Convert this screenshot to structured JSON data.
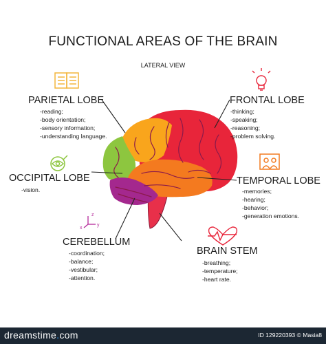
{
  "title": "FUNCTIONAL AREAS OF THE BRAIN",
  "subtitle": "LATERAL VIEW",
  "icons": {
    "parietal": "book-icon",
    "frontal": "lightbulb-icon",
    "occipital": "eye-icon",
    "temporal": "people-icon",
    "cerebellum": "xyz-axes-icon",
    "brain_stem": "heartbeat-icon"
  },
  "axes_labels": {
    "x": "x",
    "y": "y",
    "z": "z"
  },
  "colors": {
    "frontal": "#e8253a",
    "parietal": "#f9a51c",
    "occipital": "#8dc63f",
    "temporal": "#f47a1f",
    "cerebellum": "#a4288e",
    "brain_stem": "#e8304a",
    "icon_yellow": "#f4b63b",
    "icon_red": "#e8253a",
    "icon_green": "#8dc63f",
    "icon_orange": "#f27a1f",
    "icon_purple": "#b5299a",
    "footer": "#1c2733"
  },
  "lobes": {
    "parietal": {
      "name": "PARIETAL LOBE",
      "items": [
        "-reading;",
        "-body orientation;",
        "-sensory information;",
        "-understanding language."
      ]
    },
    "frontal": {
      "name": "FRONTAL LOBE",
      "items": [
        "-thinking;",
        "-speaking;",
        "-reasoning;",
        "-problem solving."
      ]
    },
    "occipital": {
      "name": "OCCIPITAL LOBE",
      "items": [
        "-vision."
      ]
    },
    "temporal": {
      "name": "TEMPORAL LOBE",
      "items": [
        "-memories;",
        "-hearing;",
        "-behavior;",
        "-generation emotions."
      ]
    },
    "cerebellum": {
      "name": "CEREBELLUM",
      "items": [
        "-coordination;",
        "-balance;",
        "-vestibular;",
        "-attention."
      ]
    },
    "brain_stem": {
      "name": "BRAIN STEM",
      "items": [
        "-breathing;",
        "-temperature;",
        "-heart rate."
      ]
    }
  },
  "footer": {
    "brand_main": "dreamstime",
    "brand_dot": ".",
    "brand_tld": "com",
    "id_text": "ID 129220393 © Masia8"
  }
}
